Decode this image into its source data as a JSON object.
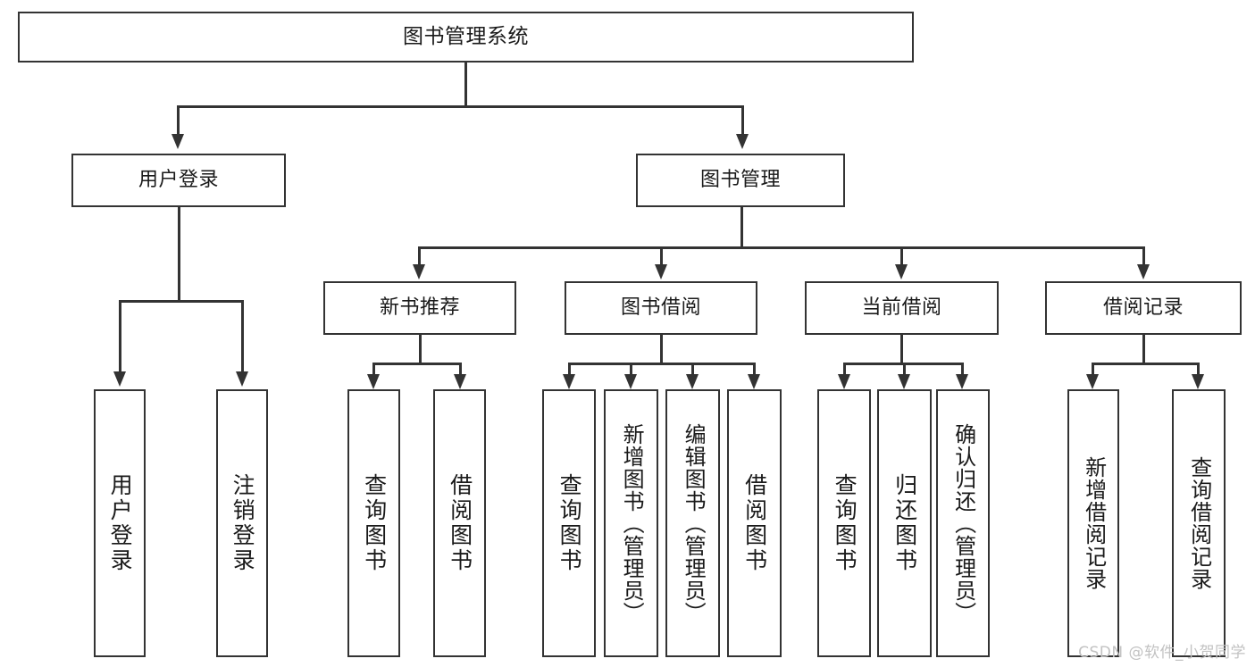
{
  "diagram": {
    "title": "图书管理系统",
    "watermark": "CSDN @软件_小贺同学",
    "root": {
      "label": "图书管理系统"
    },
    "level2": [
      {
        "label": "用户登录"
      },
      {
        "label": "图书管理"
      }
    ],
    "level3": [
      {
        "label": "新书推荐"
      },
      {
        "label": "图书借阅"
      },
      {
        "label": "当前借阅"
      },
      {
        "label": "借阅记录"
      }
    ],
    "leaves": {
      "user_login": [
        {
          "label": "用户登录"
        },
        {
          "label": "注销登录"
        }
      ],
      "new_book": [
        {
          "label": "查询图书"
        },
        {
          "label": "借阅图书"
        }
      ],
      "book_borrow": [
        {
          "label": "查询图书"
        },
        {
          "label": "新增图书（管理员）"
        },
        {
          "label": "编辑图书（管理员）"
        },
        {
          "label": "借阅图书"
        }
      ],
      "current_borrow": [
        {
          "label": "查询图书"
        },
        {
          "label": "归还图书"
        },
        {
          "label": "确认归还（管理员）"
        }
      ],
      "borrow_record": [
        {
          "label": "新增借阅记录"
        },
        {
          "label": "查询借阅记录"
        }
      ]
    }
  },
  "colors": {
    "stroke": "#333333",
    "background": "#ffffff",
    "text": "#1a1a1a",
    "watermark": "#c2c2c2"
  }
}
